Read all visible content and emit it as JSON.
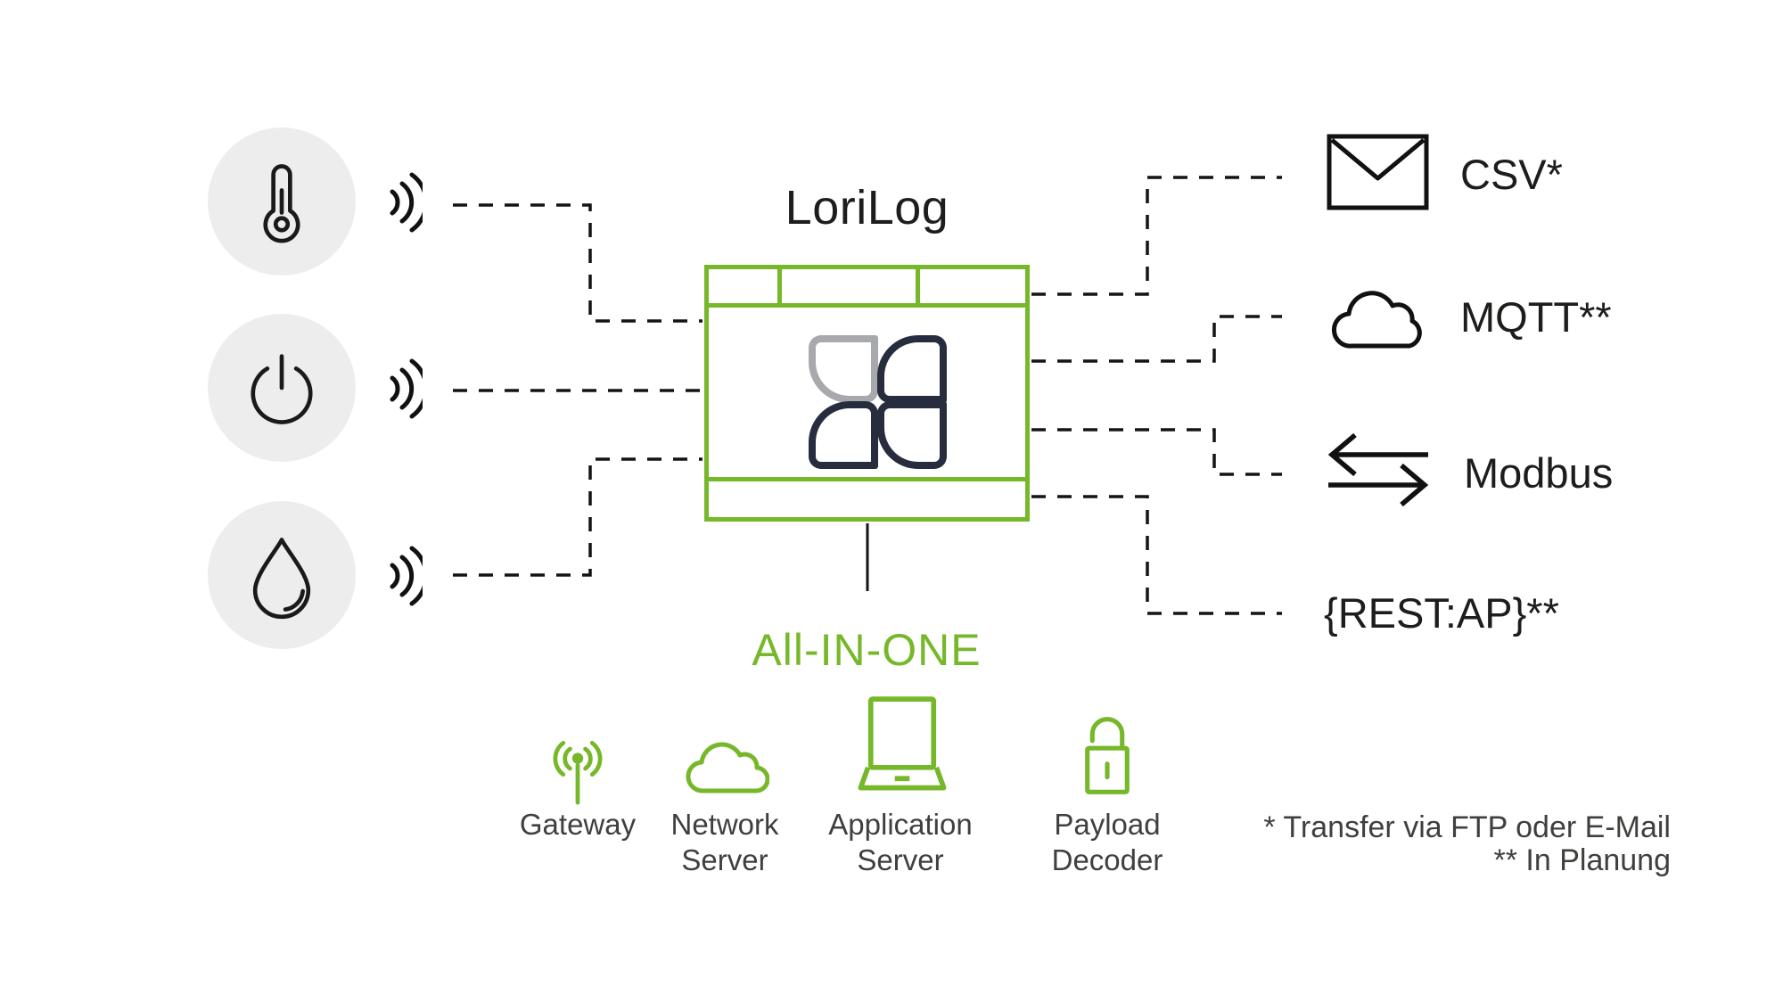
{
  "title": "LoriLog",
  "banner": "All-IN-ONE",
  "colors": {
    "green": "#76b82a",
    "ink": "#1d1d1b",
    "logo_navy": "#272c3f",
    "logo_gray": "#a7a9ac",
    "sensor_circle_bg": "#ededed",
    "legend_text": "#3f3f3d"
  },
  "sensors": [
    {
      "icon": "thermometer-icon"
    },
    {
      "icon": "power-icon"
    },
    {
      "icon": "droplet-icon"
    }
  ],
  "outputs": [
    {
      "label": "CSV*",
      "icon": "envelope-icon"
    },
    {
      "label": "MQTT**",
      "icon": "cloud-icon"
    },
    {
      "label": "Modbus",
      "icon": "transfer-arrows-icon"
    },
    {
      "label": "{REST:AP}**",
      "icon": null
    }
  ],
  "legend": [
    {
      "line1": "Gateway",
      "line2": "",
      "icon": "antenna-icon"
    },
    {
      "line1": "Network",
      "line2": "Server",
      "icon": "cloud-icon"
    },
    {
      "line1": "Application",
      "line2": "Server",
      "icon": "laptop-icon"
    },
    {
      "line1": "Payload",
      "line2": "Decoder",
      "icon": "open-padlock-icon"
    }
  ],
  "footnotes": {
    "line1": "* Transfer via FTP oder E-Mail",
    "line2": "** In Planung"
  }
}
